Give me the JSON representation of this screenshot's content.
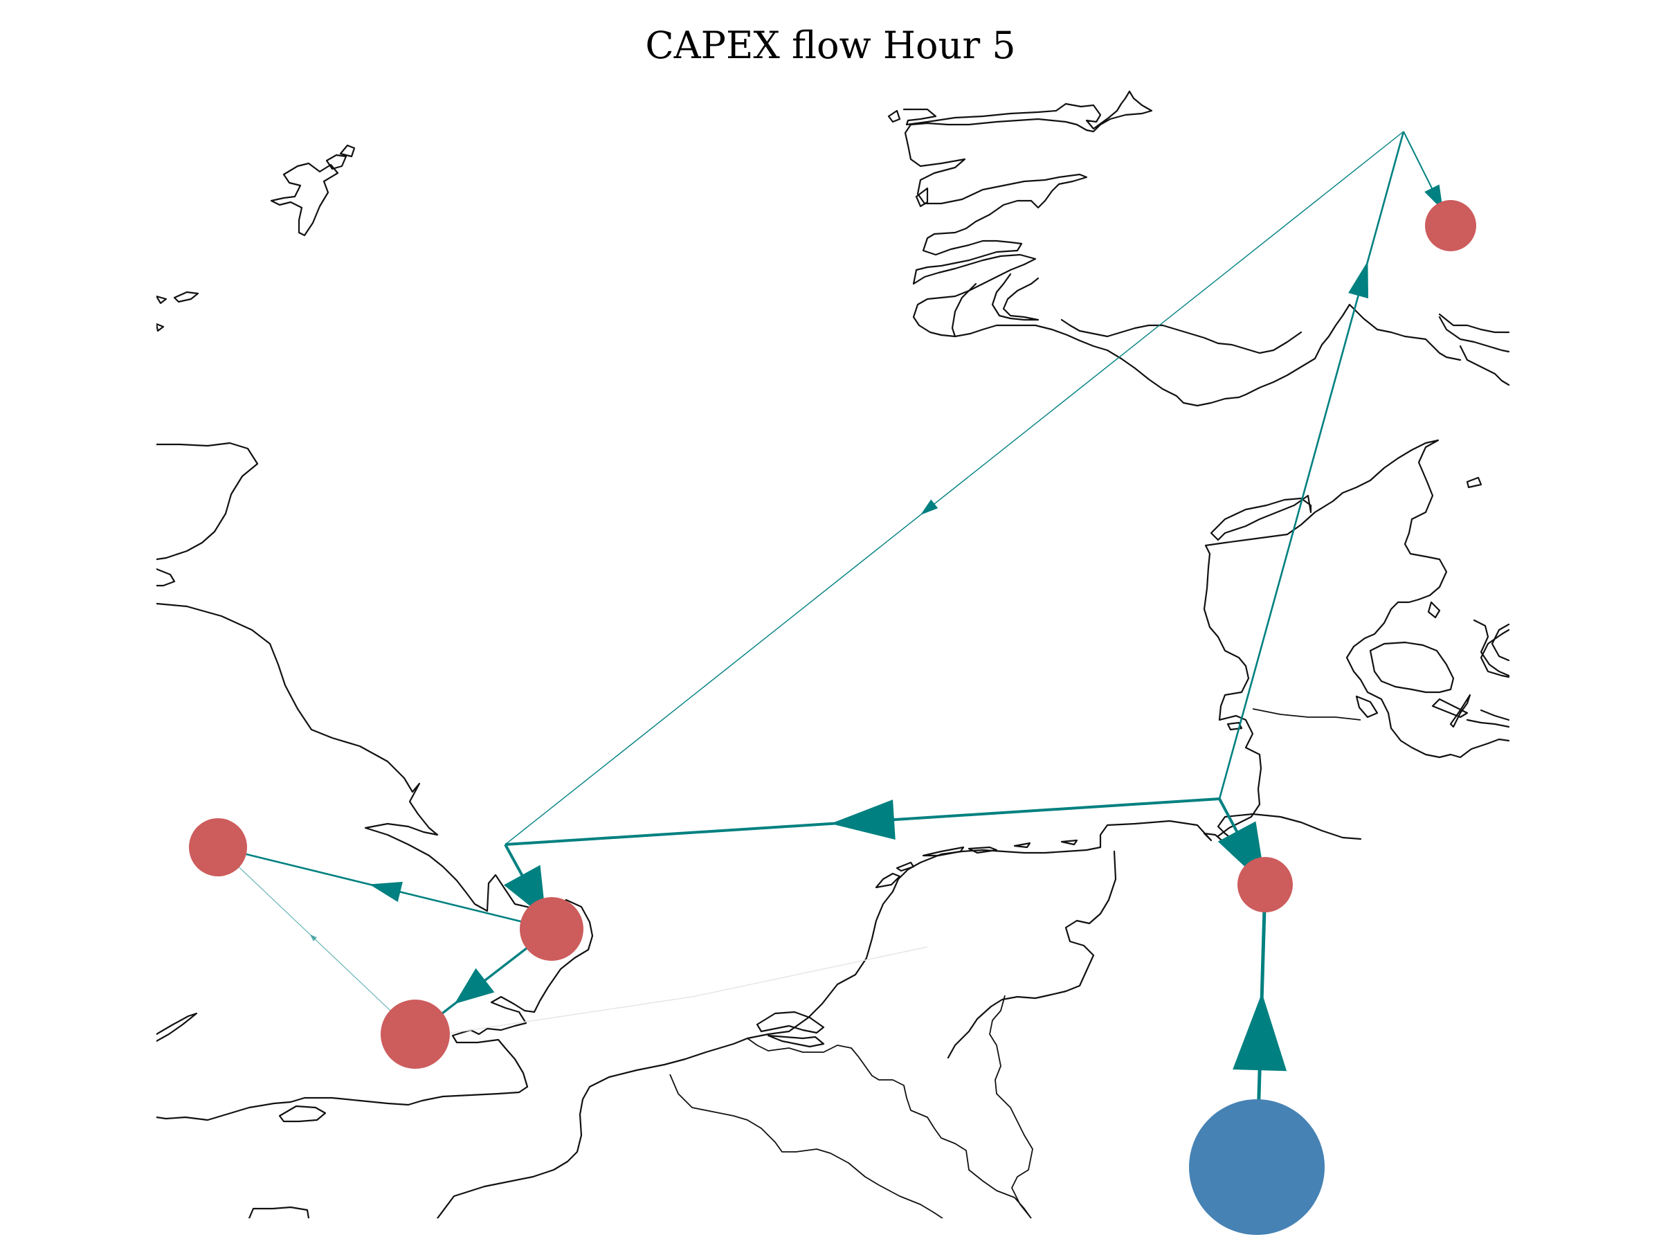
{
  "title": "CAPEX flow Hour 5",
  "colors": {
    "flow": "#008080",
    "node_consumer": "#cd5c5c",
    "node_source": "#4682b4",
    "coastline": "#111111"
  },
  "nodes": [
    {
      "id": "n-east-coast-uk",
      "kind": "consumer"
    },
    {
      "id": "n-west-uk",
      "kind": "consumer"
    },
    {
      "id": "n-south-uk",
      "kind": "consumer"
    },
    {
      "id": "n-norway",
      "kind": "consumer"
    },
    {
      "id": "n-germany-coast",
      "kind": "consumer"
    },
    {
      "id": "n-germany-inland",
      "kind": "source"
    }
  ]
}
